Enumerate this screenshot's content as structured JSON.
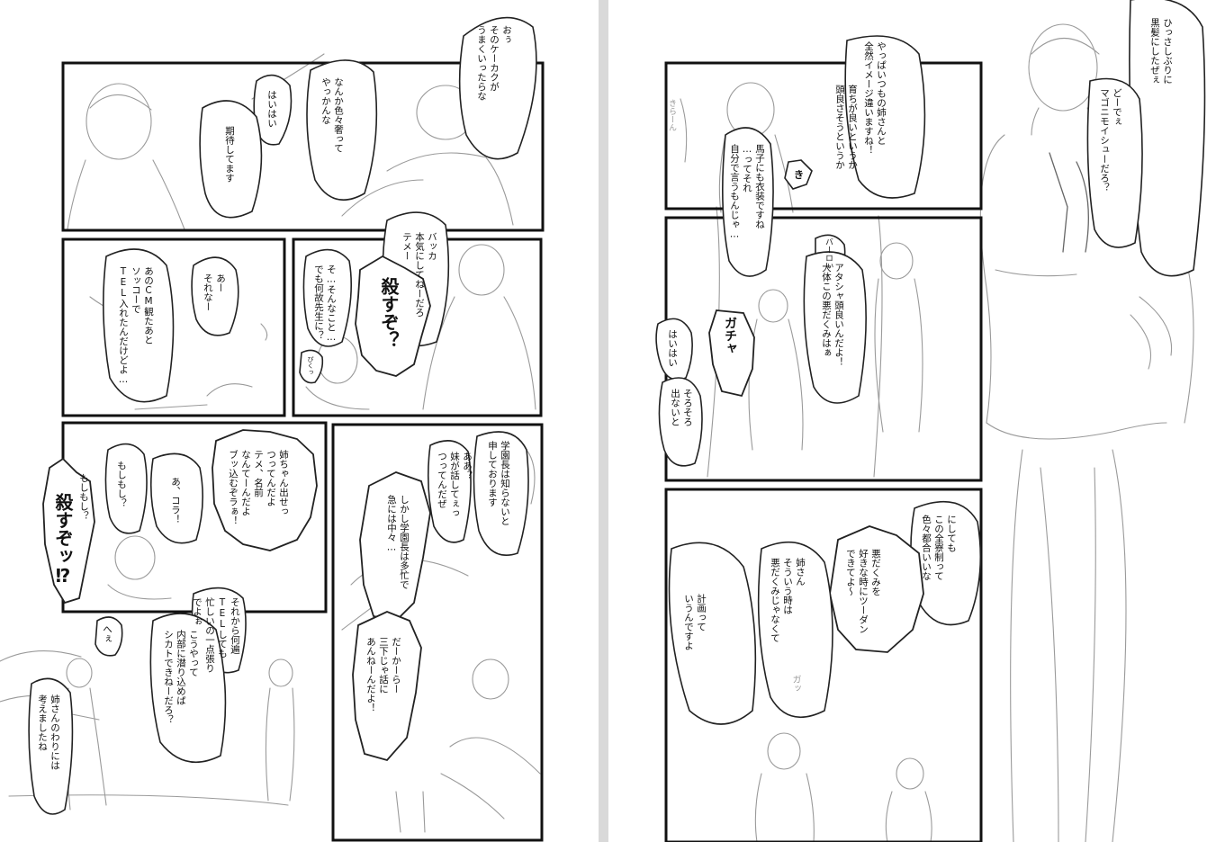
{
  "left_page": {
    "row1": {
      "ou": "おぅ\nそのケーカクが\nうまくいったらな",
      "nanka": "なんか色々奢って\nやっかんな",
      "haihai": "はいはい",
      "kitai": "期待してます"
    },
    "row2": {
      "tel": "あのCM観たあと\nソッコーで\nTEL入れたんだけどよ…",
      "aa": "あー\nそれなー",
      "so": "そ…そんなこと…\nでも何故先生に？",
      "bakka": "バッカ\n本気にしてねーだろ\nテメー",
      "korosu": "殺すぞ？",
      "sfx_small": "ぴくっ"
    },
    "row3": {
      "moshi1": "もしもし？",
      "korosu_zo": "殺すぞッ⁉",
      "moshi2": "もしもし？",
      "kora": "あ、コラ！",
      "ane": "姉ちゃん出せっ\nつってんだよ\nテメ、名前\nなんてーんだよ\nブッ込むぞラぁ！",
      "gakuencho": "学園長は知らないと\n申しております",
      "aa2": "ああ？\n妹が話してぇっ\nつってんだぜ",
      "shikashi": "しかし学園長は多忙で\n急には中々…"
    },
    "row4": {
      "he": "へぇ",
      "sorekara": "それから何遍\nTELしても\n忙しいの一点張り\nでよぉ",
      "kouyatte": "こうやって\n内部に潜り込めば\nシカトできねーだろ？",
      "dakara": "だーかーらー\n三下じゃ話に\nあんねーんだよ！",
      "anesan": "姉さんのわりには\n考えましたね"
    }
  },
  "right_page": {
    "row1": {
      "yappari": "やっぱいつもの姉さんと\n全然イメージ違いますね！",
      "sodachi": "育ちが良いというか\n頭良さそうというか",
      "mago": "馬子にも衣装ですね\n…ってそれ\n自分で言うもんじゃ…",
      "sfx_faint": "きらーん"
    },
    "row2": {
      "baro": "バーロぃ",
      "atasha": "アタシャ頭良いんだよ！\n大体この悪だくみはぁ",
      "gacha": "ガチャ",
      "haihai": "はいはい",
      "sorosoro": "そろそろ\n出ないと"
    },
    "row3": {
      "ni_shitemo": "にしても\nこの全寮制って\n色々都合いいな",
      "warudakumi": "悪だくみを\n好きな時にツーダン\nできてよ〜",
      "ane": "姉さん\nそういう時は\n悪だくみじゃなくて",
      "keikaku": "計画って\nいうんですよ",
      "sfx_faint": "ガッ"
    },
    "tall": {
      "hissashiburi": "ひっさしぶりに\n黒髪にしたぜぇ",
      "doude": "どーでぇ\nマゴニモイシューだろ？"
    }
  }
}
